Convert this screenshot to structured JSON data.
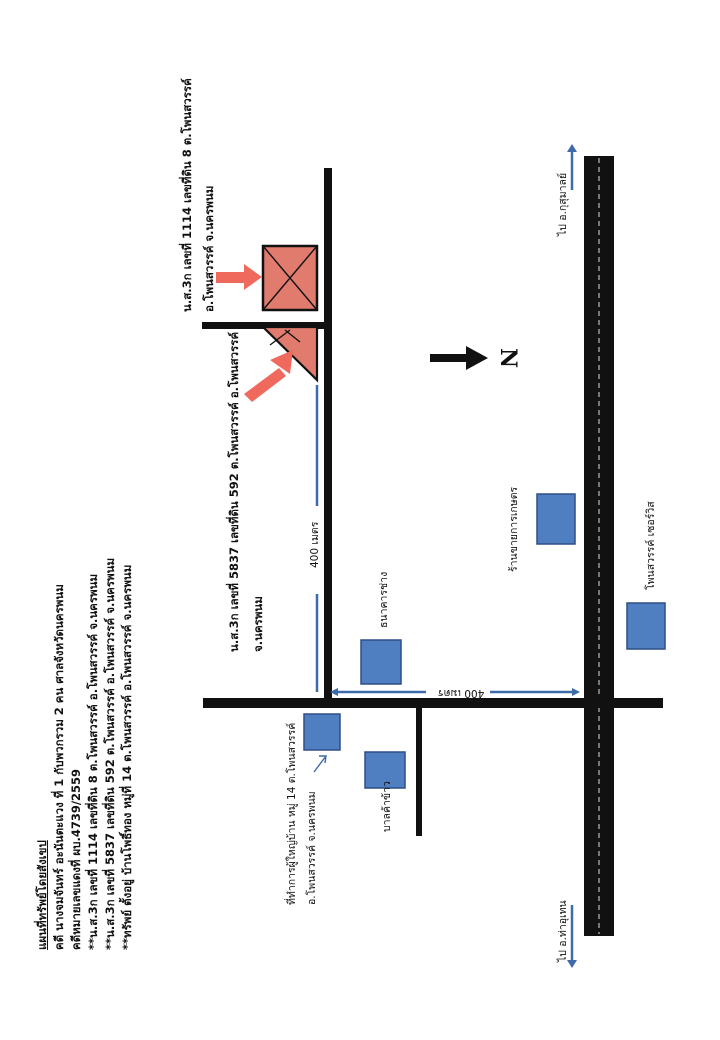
{
  "header": {
    "title": "แผนที่ทรัพย์โดยสังเขป",
    "lines": [
      "คดี นางจมจันทร์  อะนันตะแวง ที่ 1 กับพวกรวม 2 คน  ศาลจังหวัดนครพนม",
      "คดีหมายเลขแดงที่ ผบ.4739/2559",
      "**น.ส.3ก เลขที่ 1114  เลขที่ดิน  8  ต.โพนสวรรค์  อ.โพนสวรรค์  จ.นครพนม",
      "**น.ส.3ก เลขที่ 5837 เลขที่ดิน 592 ต.โพนสวรรค์  อ.โพนสวรรค์  จ.นครพนม",
      "**ทรัพย์ ตั้งอยู่ บ้านโพธิ์ทอง  หมู่ที่ 14  ต.โพนสวรรค์  อ.โพนสวรรค์  จ.นครพนม"
    ]
  },
  "parcels": {
    "parcel_1114": [
      "น.ส.3ก เลขที่ 1114  เลขที่ดิน 8  ต.โพนสวรรค์",
      "อ.โพนสวรรค์  จ.นครพนม"
    ],
    "parcel_5837": [
      "น.ส.3ก เลขที่ 5837 เลขที่ดิน 592  ต.โพนสวรรค์  อ.โพนสวรรค์",
      "จ.นครพนม"
    ]
  },
  "distances": {
    "along_road": "400 เมตร",
    "along_highway": "400 เมตร"
  },
  "north_label": "N",
  "landmarks": {
    "village_office": [
      "ที่ทำการผู้ใหญ่บ้าน หมู่ 14 ต.โพนสวรรค์",
      "อ.โพนสวรรค์  จ.นครพนม"
    ],
    "rice_shop": "บาลค้าข้าว",
    "bank": "ธนาคารช่าง",
    "agri_shop": "ร้านขายการเกษตร",
    "resort": "โพนสวรรค์ เซอร์วิส"
  },
  "directions": {
    "north_end": "ไป อ.กุสุมาลย์",
    "south_end": "ไป อ.ท่าอุเทน"
  },
  "colors": {
    "road": "#111111",
    "building": "#4f7fc0",
    "building_border": "#2f4f86",
    "parcel_fill": "#e07b6e",
    "arrow_red": "#ef6a5d",
    "measure_line": "#3d6aa8"
  },
  "icons": [
    "north-arrow-icon",
    "pointer-arrow-icon",
    "parcel-arrow-icon"
  ]
}
